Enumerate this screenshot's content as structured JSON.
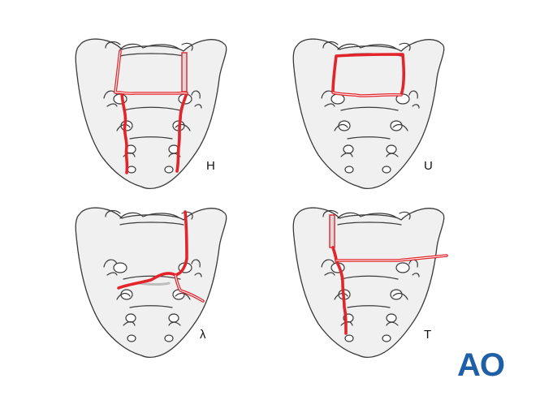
{
  "panels": [
    {
      "id": "H",
      "label": "H"
    },
    {
      "id": "U",
      "label": "U"
    },
    {
      "id": "lambda",
      "label": "λ"
    },
    {
      "id": "T",
      "label": "T"
    }
  ],
  "logo": {
    "text": "AO"
  },
  "colors": {
    "fracture": "#e3242b",
    "fracture_band": "#d9d9d9",
    "grey_line": "#bdbdbd",
    "bone_fill": "#f0f0f0",
    "outline": "#3a3a3a",
    "logo": "#1f5fa8"
  }
}
